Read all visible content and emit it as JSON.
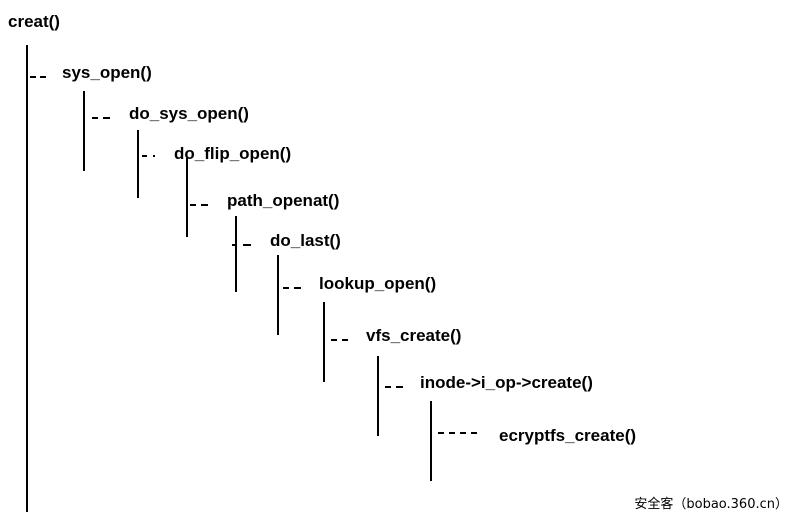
{
  "diagram": {
    "root": "creat()",
    "calls": [
      "sys_open()",
      "do_sys_open()",
      "do_flip_open()",
      "path_openat()",
      "do_last()",
      "lookup_open()",
      "vfs_create()",
      "inode->i_op->create()",
      "ecryptfs_create()"
    ]
  },
  "watermark": "安全客（bobao.360.cn）",
  "colors": {
    "background": "#ffffff",
    "lines": "#000000",
    "text": "#000000"
  }
}
